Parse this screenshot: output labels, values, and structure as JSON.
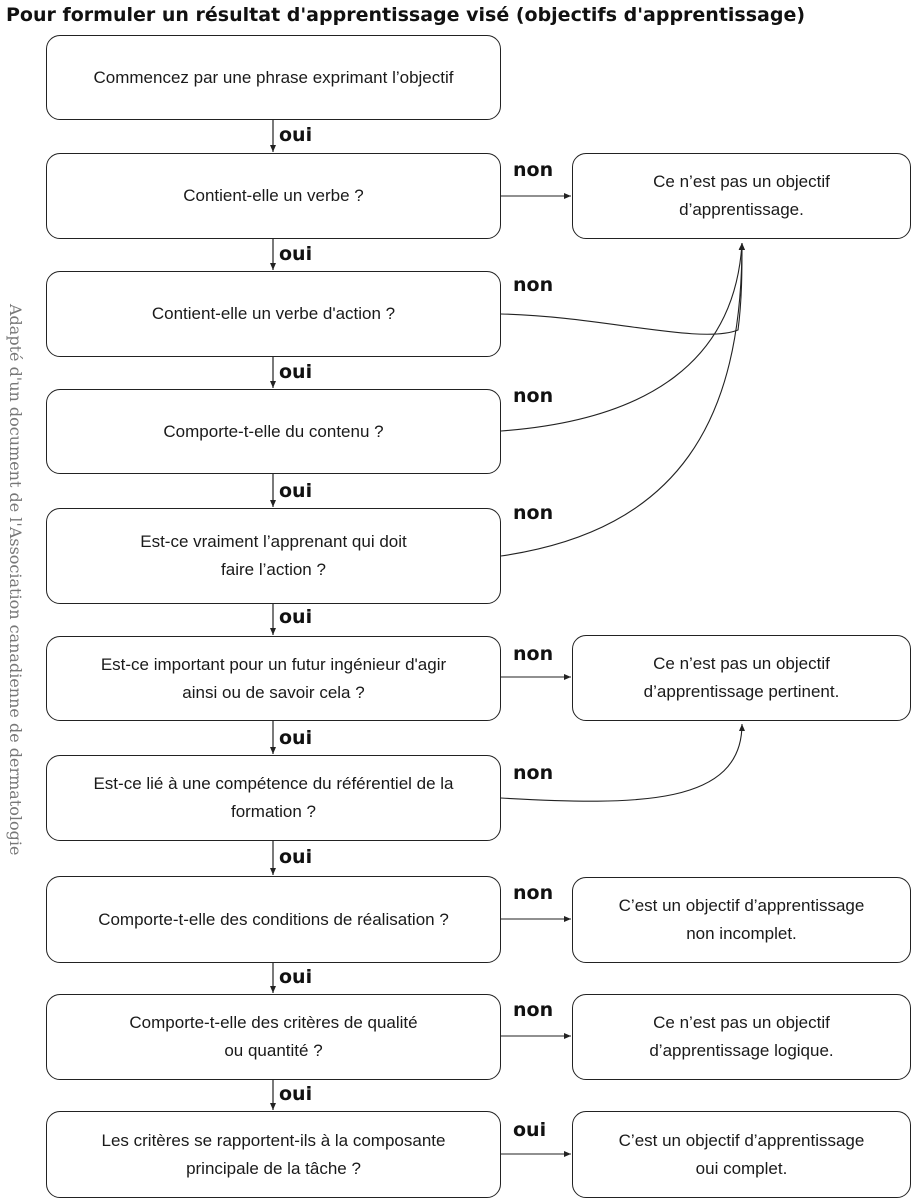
{
  "title": "Pour formuler un résultat d'apprentissage visé (objectifs d'apprentissage)",
  "side_credit": "Adapté d'un document de l'Association canadienne de dermatologie",
  "questions": [
    "Commencez par une phrase exprimant l’objectif",
    "Contient-elle un verbe ?",
    "Contient-elle un verbe d'action ?",
    "Comporte-t-elle du contenu ?",
    "Est-ce vraiment l’apprenant qui doit\nfaire l’action ?",
    "Est-ce important pour un futur ingénieur d'agir\nainsi ou  de savoir cela ?",
    "Est-ce lié à une compétence du référentiel de la\nformation ?",
    "Comporte-t-elle des conditions de réalisation ?",
    "Comporte-t-elle des critères de qualité\nou quantité ?",
    "Les critères se rapportent-ils à la composante\nprincipale de la tâche ?"
  ],
  "outcomes": [
    "Ce n’est pas un objectif\nd’apprentissage.",
    "Ce n’est pas un objectif\nd’apprentissage pertinent.",
    "C’est un objectif d’apprentissage\nnon incomplet.",
    "Ce n’est pas un objectif\nd’apprentissage logique.",
    "C’est un objectif d’apprentissage\noui complet."
  ],
  "yes_labels": [
    "oui",
    "oui",
    "oui",
    "oui",
    "oui",
    "oui",
    "oui",
    "oui",
    "oui"
  ],
  "no_labels": [
    "non",
    "non",
    "non",
    "non",
    "non",
    "non",
    "non",
    "non"
  ],
  "final_label": "oui"
}
